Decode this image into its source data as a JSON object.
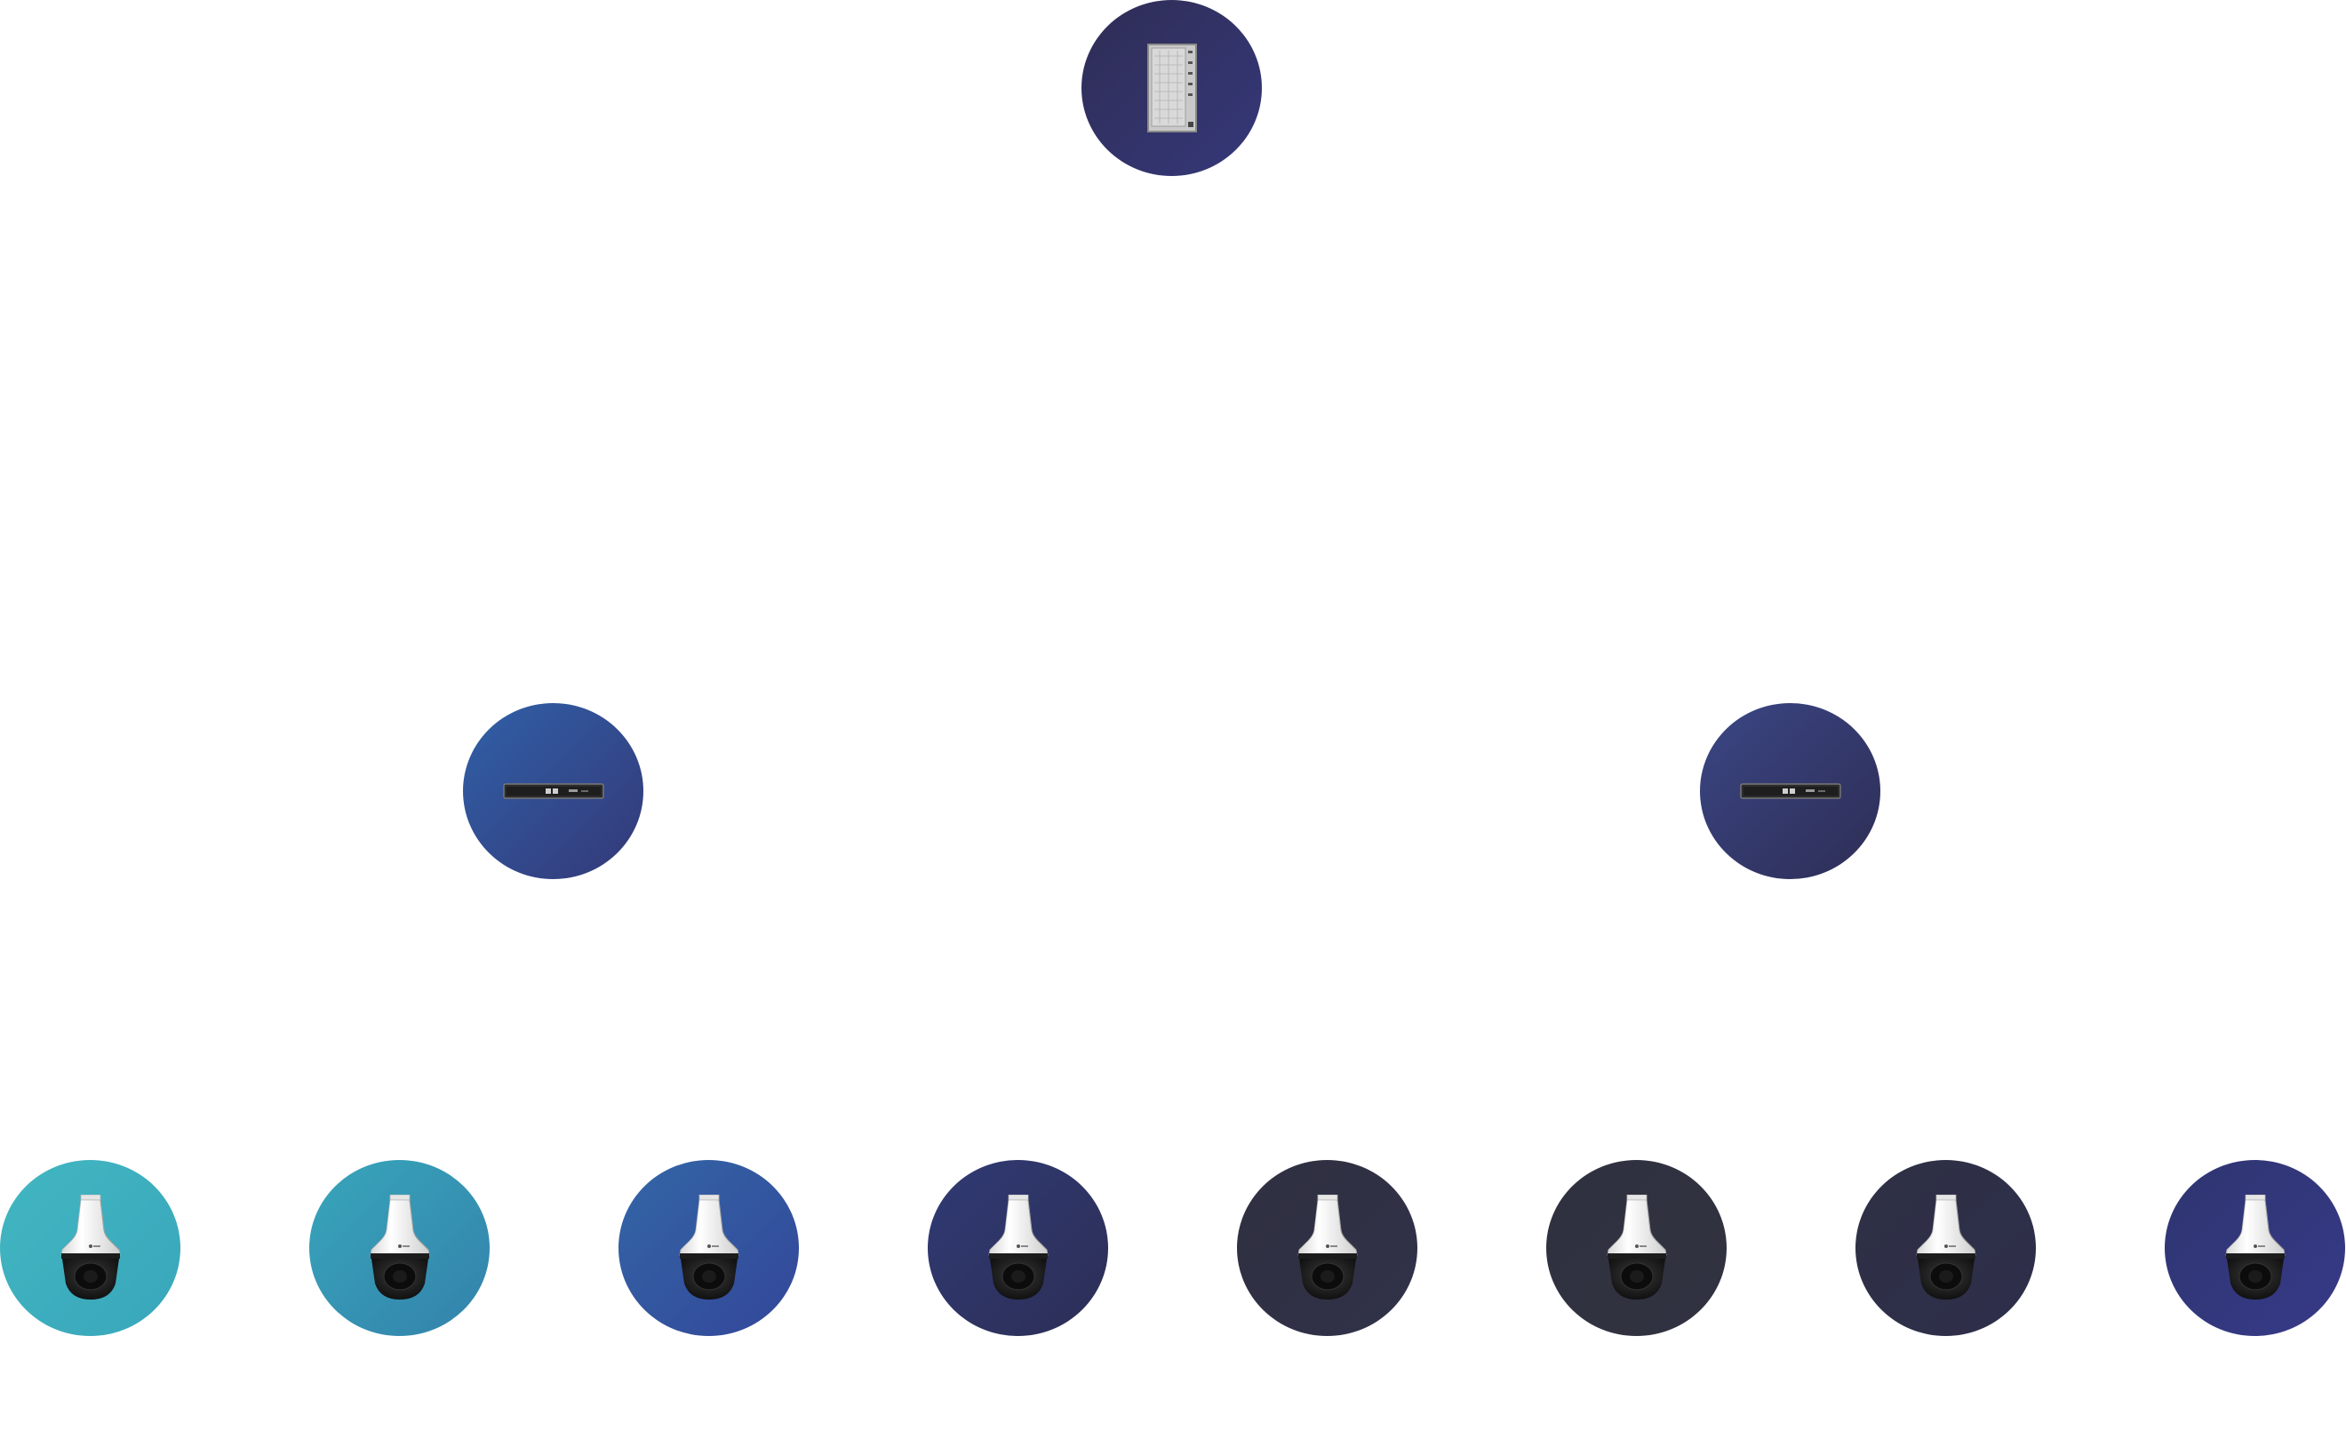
{
  "diagram": {
    "root": {
      "device": "server-cabinet",
      "icon": "server-icon",
      "gradient": [
        "#2f2d55",
        "#35387a"
      ]
    },
    "switches": [
      {
        "device": "network-switch",
        "icon": "switch-icon",
        "gradient": [
          "#3060a8",
          "#343877"
        ]
      },
      {
        "device": "network-switch",
        "icon": "switch-icon",
        "gradient": [
          "#3a4684",
          "#2e2d55"
        ]
      }
    ],
    "cameras": [
      {
        "device": "ptz-dome-camera",
        "icon": "camera-icon",
        "gradient": [
          "#42b6c1",
          "#38a6bb"
        ]
      },
      {
        "device": "ptz-dome-camera",
        "icon": "camera-icon",
        "gradient": [
          "#38a6bb",
          "#3381ab"
        ]
      },
      {
        "device": "ptz-dome-camera",
        "icon": "camera-icon",
        "gradient": [
          "#3366a6",
          "#334699"
        ]
      },
      {
        "device": "ptz-dome-camera",
        "icon": "camera-icon",
        "gradient": [
          "#303a74",
          "#2c2e55"
        ]
      },
      {
        "device": "ptz-dome-camera",
        "icon": "camera-icon",
        "gradient": [
          "#2f2f3f",
          "#30324a"
        ]
      },
      {
        "device": "ptz-dome-camera",
        "icon": "camera-icon",
        "gradient": [
          "#30313f",
          "#303241"
        ]
      },
      {
        "device": "ptz-dome-camera",
        "icon": "camera-icon",
        "gradient": [
          "#2f3045",
          "#2d2e4a"
        ]
      },
      {
        "device": "ptz-dome-camera",
        "icon": "camera-icon",
        "gradient": [
          "#2f3570",
          "#363a88"
        ]
      }
    ]
  }
}
